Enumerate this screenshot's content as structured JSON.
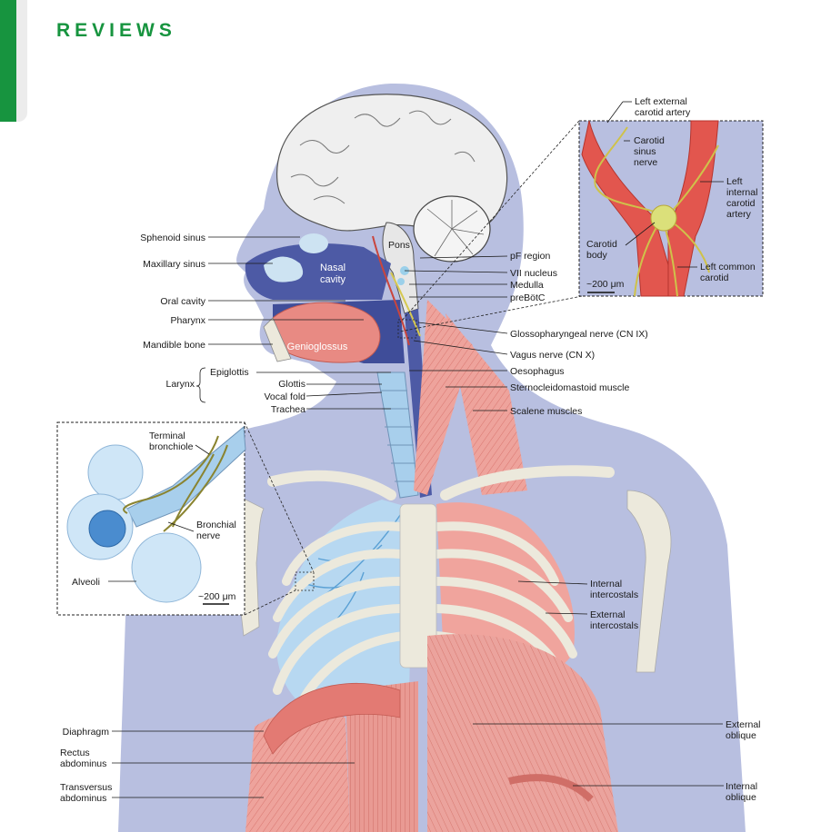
{
  "header": {
    "title": "REVIEWS"
  },
  "labels": {
    "sphenoid_sinus": "Sphenoid sinus",
    "maxillary_sinus": "Maxillary sinus",
    "oral_cavity": "Oral cavity",
    "pharynx": "Pharynx",
    "mandible_bone": "Mandible bone",
    "larynx": "Larynx",
    "epiglottis": "Epiglottis",
    "glottis": "Glottis",
    "vocal_fold": "Vocal fold",
    "trachea": "Trachea",
    "nasal_cavity_1": "Nasal",
    "nasal_cavity_2": "cavity",
    "genioglossus": "Genioglossus",
    "pons": "Pons",
    "pf_region": "pF region",
    "vii_nucleus": "VII nucleus",
    "medulla": "Medulla",
    "prebotc": "preBötC",
    "glossopharyngeal": "Glossopharyngeal nerve (CN IX)",
    "vagus": "Vagus nerve (CN X)",
    "oesophagus": "Oesophagus",
    "sternocleidomastoid": "Sternocleidomastoid muscle",
    "scalene": "Scalene muscles",
    "left_external_carotid_1": "Left external",
    "left_external_carotid_2": "carotid artery",
    "carotid_sinus_1": "Carotid",
    "carotid_sinus_2": "sinus",
    "carotid_sinus_3": "nerve",
    "left_internal_carotid_1": "Left",
    "left_internal_carotid_2": "internal",
    "left_internal_carotid_3": "carotid",
    "left_internal_carotid_4": "artery",
    "carotid_body_1": "Carotid",
    "carotid_body_2": "body",
    "left_common_carotid_1": "Left common",
    "left_common_carotid_2": "carotid",
    "scale_top": "~200 μm",
    "terminal_bronchiole_1": "Terminal",
    "terminal_bronchiole_2": "bronchiole",
    "bronchial_nerve_1": "Bronchial",
    "bronchial_nerve_2": "nerve",
    "alveoli": "Alveoli",
    "scale_left": "~200 μm",
    "internal_intercostals_1": "Internal",
    "internal_intercostals_2": "intercostals",
    "external_intercostals_1": "External",
    "external_intercostals_2": "intercostals",
    "external_oblique_1": "External",
    "external_oblique_2": "oblique",
    "internal_oblique_1": "Internal",
    "internal_oblique_2": "oblique",
    "diaphragm": "Diaphragm",
    "rectus_abdominus_1": "Rectus",
    "rectus_abdominus_2": "abdominus",
    "transversus_abdominus_1": "Transversus",
    "transversus_abdominus_2": "abdominus"
  },
  "colors": {
    "brand_green": "#17943f",
    "body_fill": "#b8bfe0",
    "muscle": "#e8938c",
    "artery": "#e2564e",
    "nerve": "#cfc24a",
    "lung": "#b7d8f1",
    "bone": "#ece9dc"
  }
}
